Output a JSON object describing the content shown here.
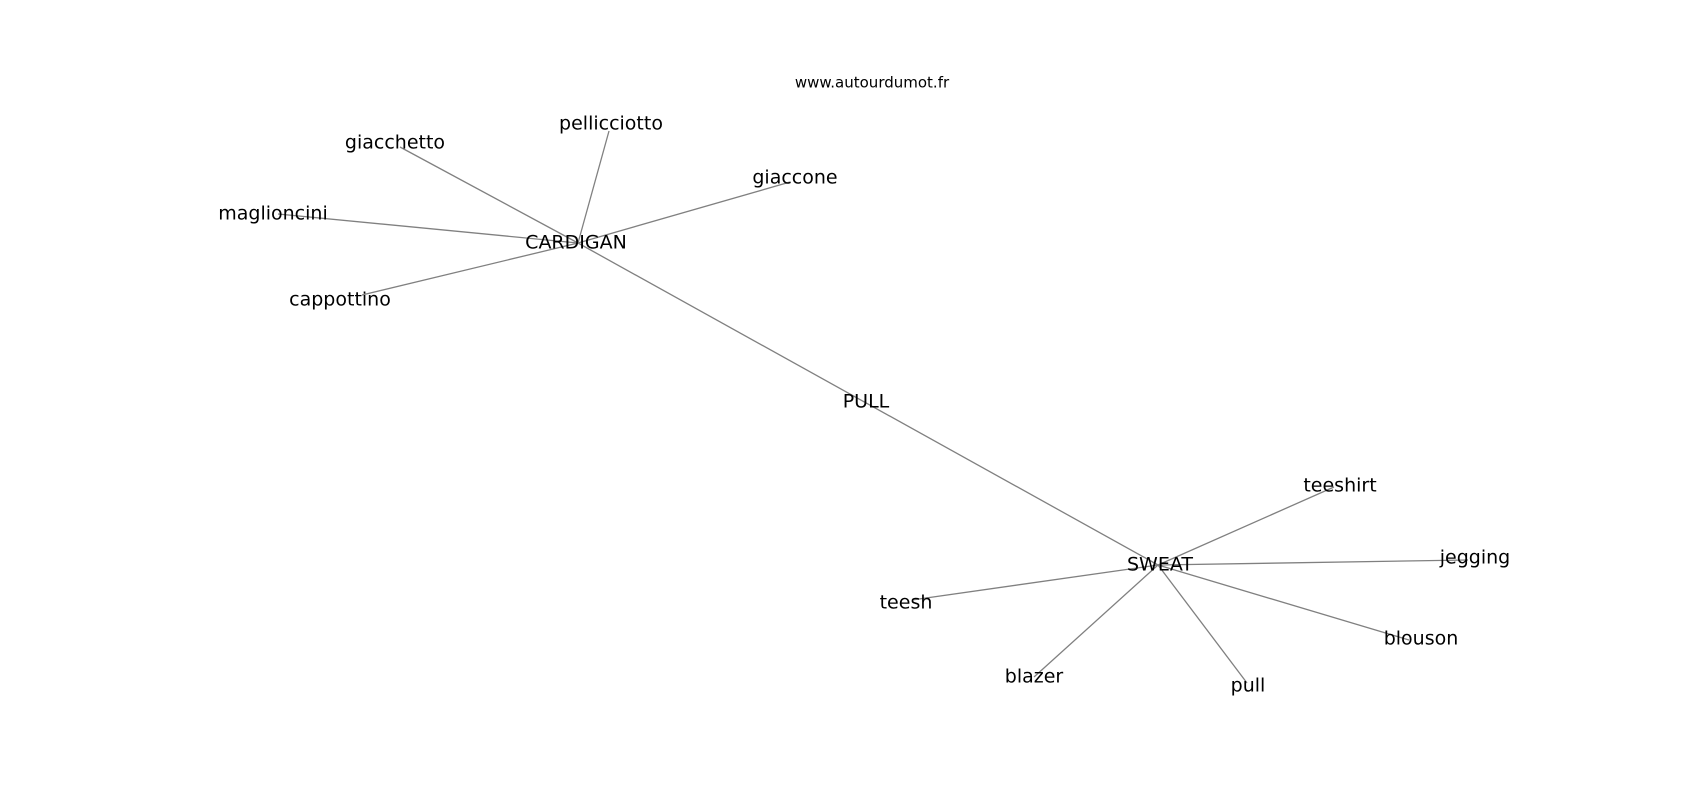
{
  "website": "www.autourdumot.fr",
  "nodes": [
    {
      "id": "pull_center",
      "label": "PULL"
    },
    {
      "id": "cardigan",
      "label": "CARDIGAN"
    },
    {
      "id": "sweat",
      "label": "SWEAT"
    },
    {
      "id": "giacchetto",
      "label": "giacchetto"
    },
    {
      "id": "pellicciotto",
      "label": "pellicciotto"
    },
    {
      "id": "giaccone",
      "label": "giaccone"
    },
    {
      "id": "maglioncini",
      "label": "maglioncini"
    },
    {
      "id": "cappottino",
      "label": "cappottino"
    },
    {
      "id": "teeshirt",
      "label": "teeshirt"
    },
    {
      "id": "jegging",
      "label": "jegging"
    },
    {
      "id": "teesh",
      "label": "teesh"
    },
    {
      "id": "blouson",
      "label": "blouson"
    },
    {
      "id": "blazer",
      "label": "blazer"
    },
    {
      "id": "pull_small",
      "label": "pull"
    }
  ],
  "edges": [
    [
      "cardigan",
      "sweat"
    ],
    [
      "cardigan",
      "giacchetto"
    ],
    [
      "cardigan",
      "pellicciotto"
    ],
    [
      "cardigan",
      "giaccone"
    ],
    [
      "cardigan",
      "maglioncini"
    ],
    [
      "cardigan",
      "cappottino"
    ],
    [
      "sweat",
      "teeshirt"
    ],
    [
      "sweat",
      "jegging"
    ],
    [
      "sweat",
      "teesh"
    ],
    [
      "sweat",
      "blouson"
    ],
    [
      "sweat",
      "blazer"
    ],
    [
      "sweat",
      "pull_small"
    ]
  ],
  "colors": {
    "edge": "#808080",
    "text": "#000000",
    "background": "#ffffff"
  }
}
